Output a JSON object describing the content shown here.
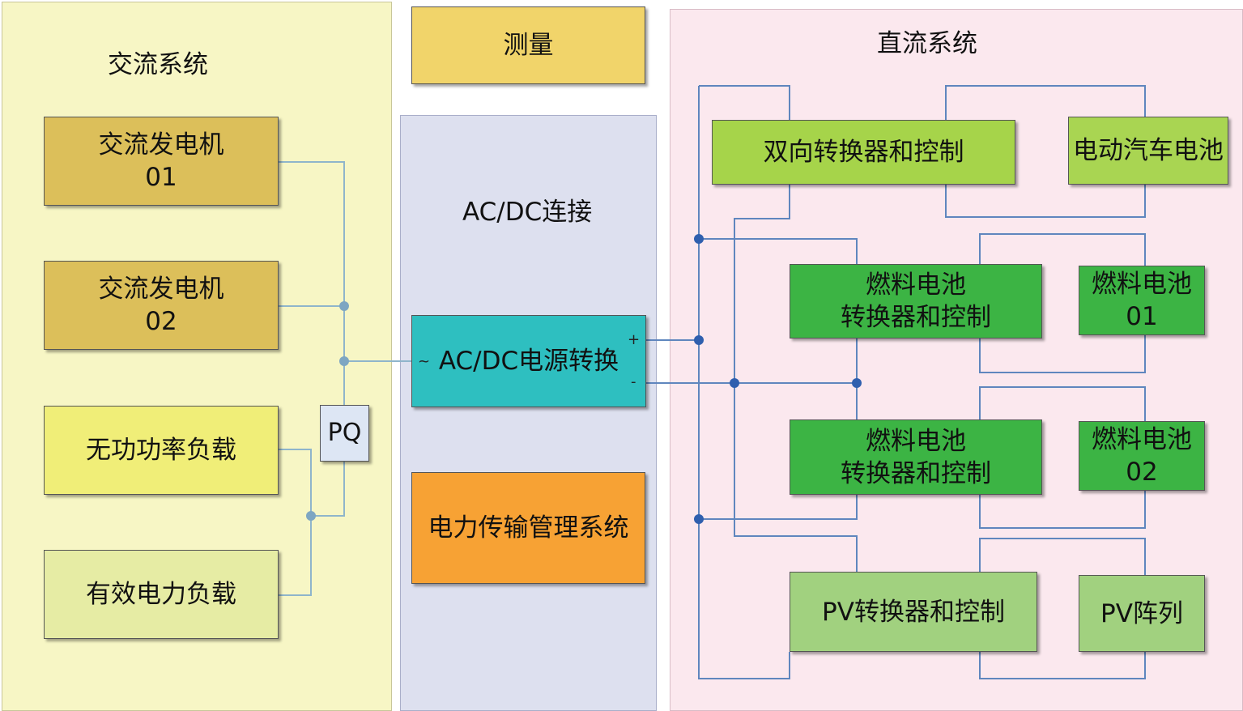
{
  "panels": {
    "ac": {
      "title": "交流系统"
    },
    "connection": {
      "title": "AC/DC连接"
    },
    "dc": {
      "title": "直流系统"
    }
  },
  "boxes": {
    "measurement": "测量",
    "ac_gen_01": {
      "line1": "交流发电机",
      "line2": "01"
    },
    "ac_gen_02": {
      "line1": "交流发电机",
      "line2": "02"
    },
    "reactive_load": "无功功率负载",
    "active_load": "有效电力负载",
    "pq": "PQ",
    "acdc_converter": "AC/DC电源转换",
    "power_management": "电力传输管理系统",
    "bidirectional_converter": "双向转换器和控制",
    "ev_battery": "电动汽车电池",
    "fuel_conv_1": {
      "line1": "燃料电池",
      "line2": "转换器和控制"
    },
    "fuel_cell_01": {
      "line1": "燃料电池",
      "line2": "01"
    },
    "fuel_conv_2": {
      "line1": "燃料电池",
      "line2": "转换器和控制"
    },
    "fuel_cell_02": {
      "line1": "燃料电池",
      "line2": "02"
    },
    "pv_converter": "PV转换器和控制",
    "pv_array": "PV阵列"
  },
  "terminals": {
    "ac": "~",
    "plus": "+",
    "minus": "-"
  },
  "colors": {
    "ac_wire": "#8fb5cb",
    "dc_wire": "#5f86be",
    "node": "#2f5fae",
    "ac_node": "#7ea6c2"
  }
}
